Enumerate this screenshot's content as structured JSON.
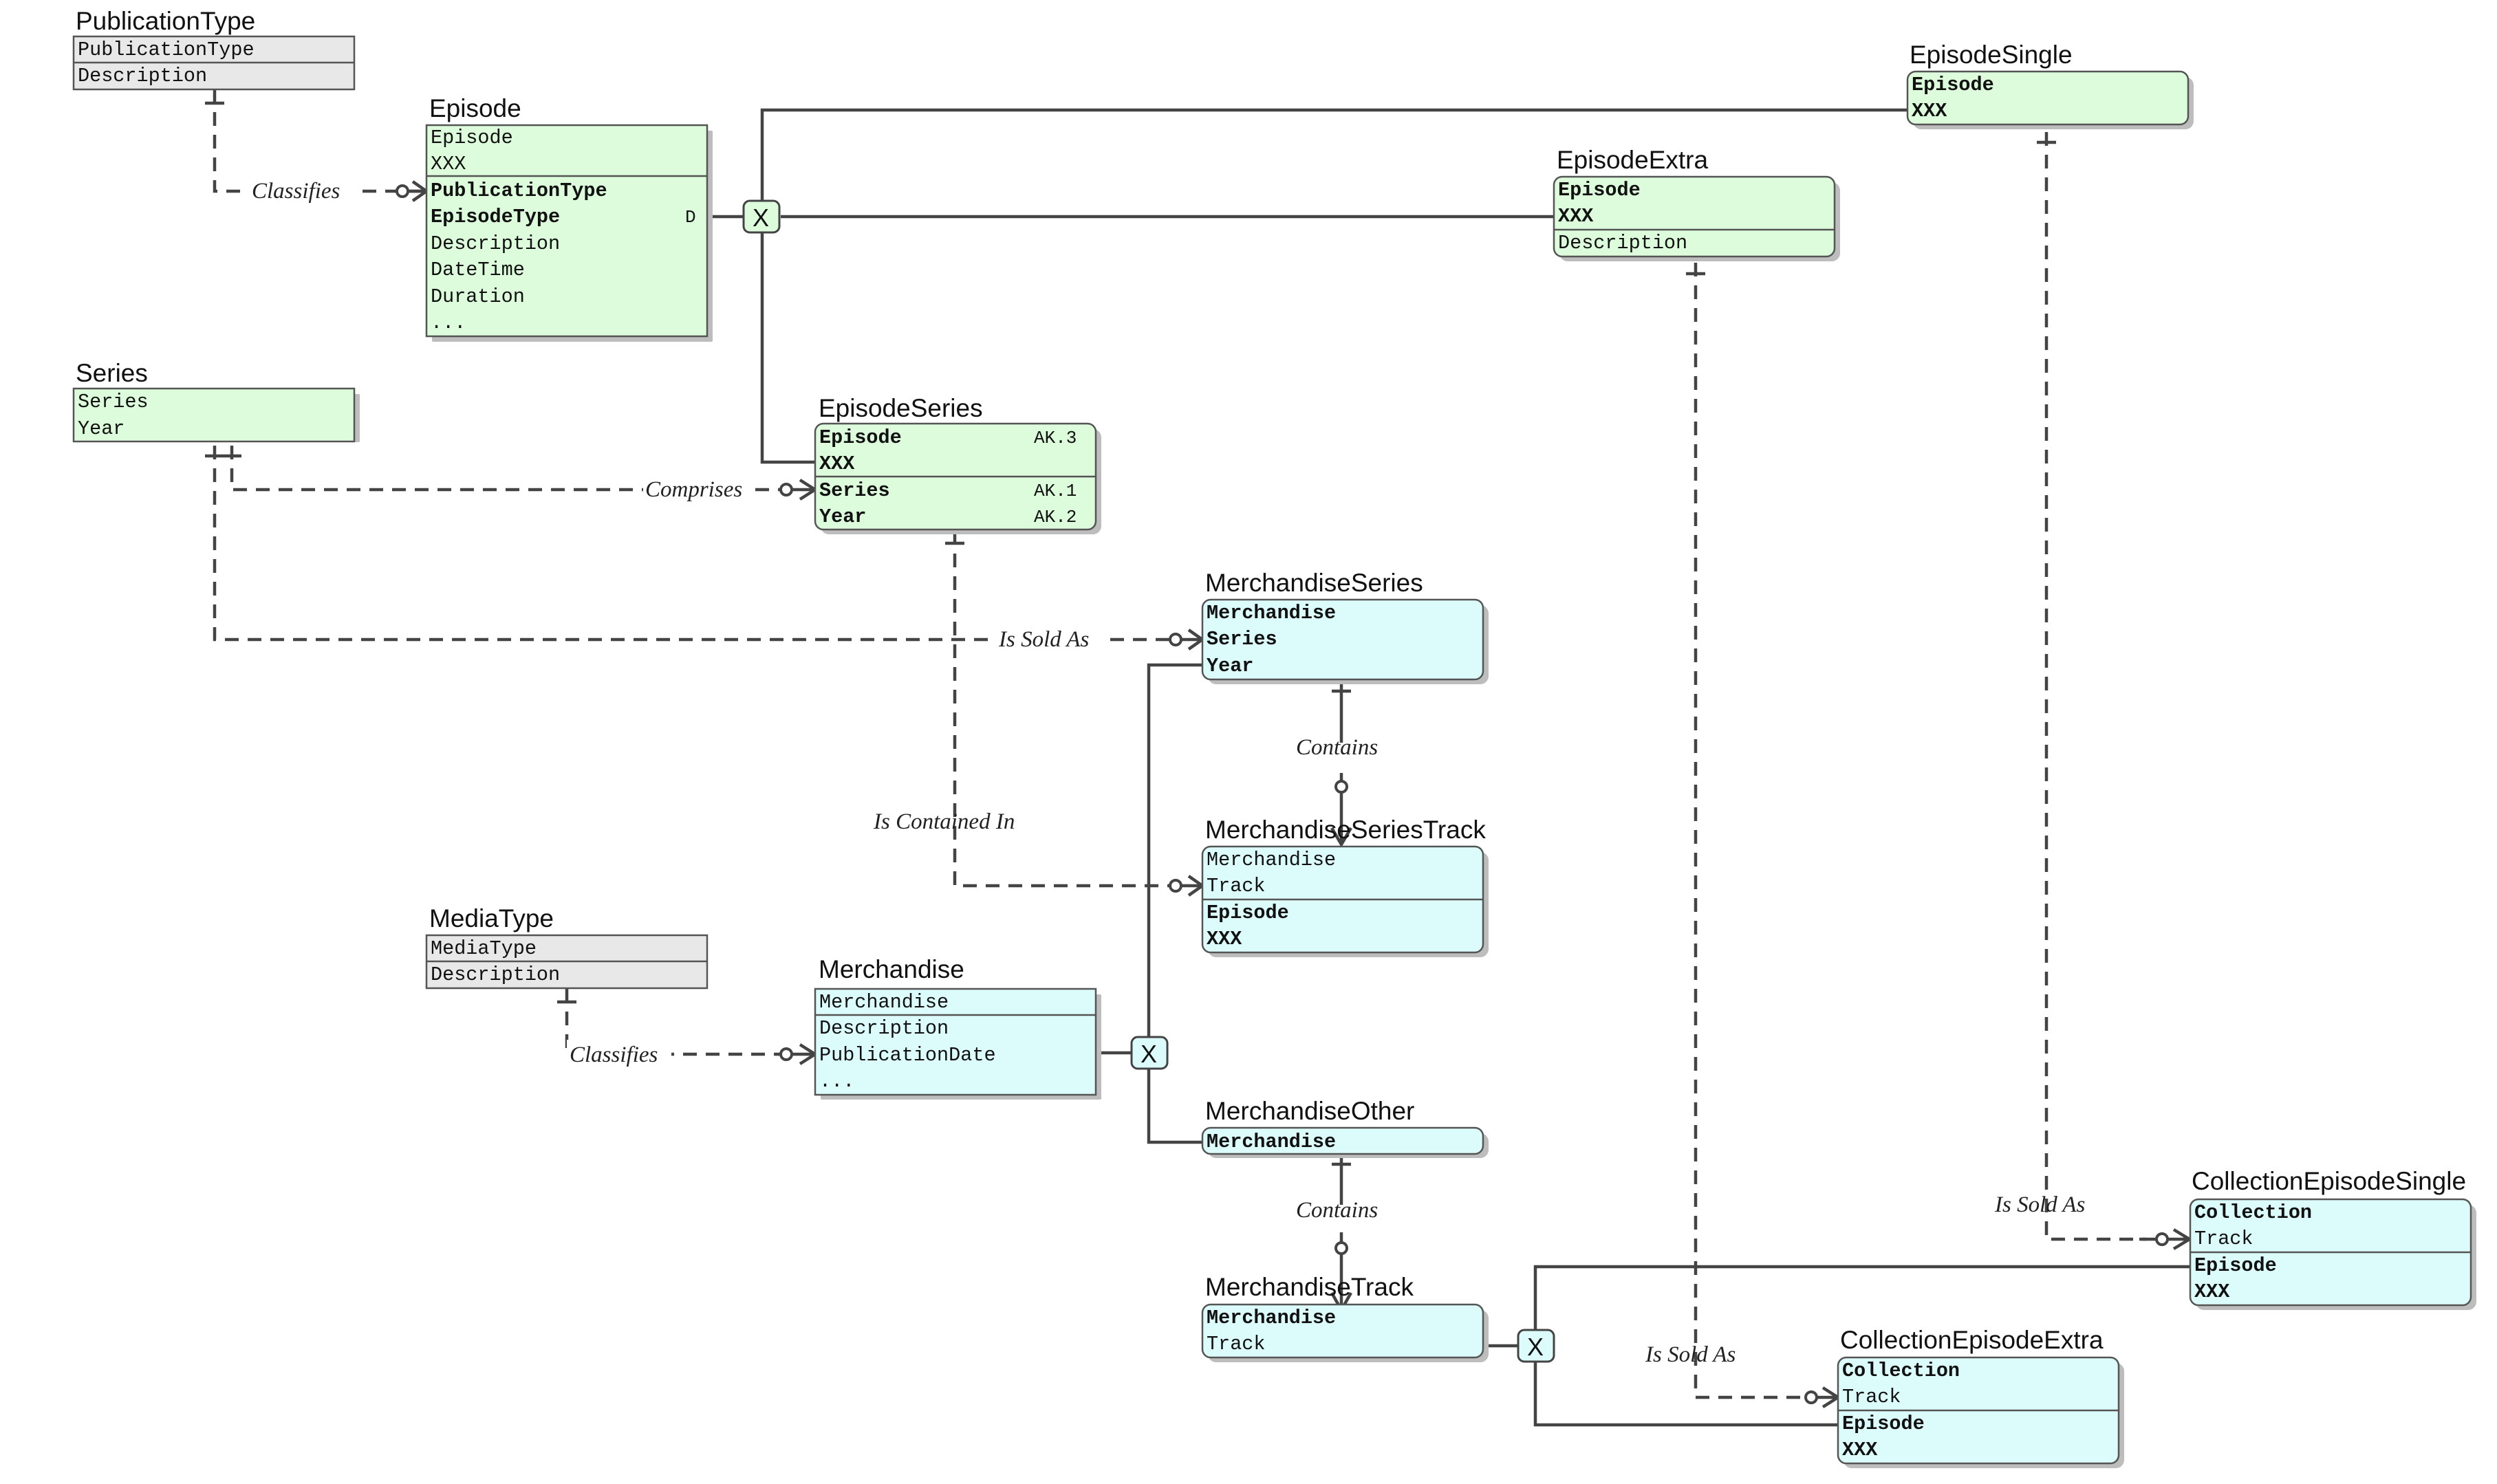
{
  "entities": {
    "publicationtype": {
      "title": "PublicationType",
      "rows": [
        "PublicationType",
        "Description"
      ]
    },
    "episode": {
      "title": "Episode",
      "rows": [
        "Episode",
        "XXX",
        "PublicationType",
        "EpisodeType",
        "Description",
        "DateTime",
        "Duration",
        "..."
      ],
      "discriminator_note": "D"
    },
    "series": {
      "title": "Series",
      "rows": [
        "Series",
        "Year"
      ]
    },
    "episodeseries": {
      "title": "EpisodeSeries",
      "rows": [
        "Episode",
        "XXX",
        "Series",
        "Year"
      ],
      "notes": [
        "AK.3",
        "AK.1",
        "AK.2"
      ]
    },
    "episodesingle": {
      "title": "EpisodeSingle",
      "rows": [
        "Episode",
        "XXX"
      ]
    },
    "episodeextra": {
      "title": "EpisodeExtra",
      "rows": [
        "Episode",
        "XXX",
        "Description"
      ]
    },
    "merchandiseseries": {
      "title": "MerchandiseSeries",
      "rows": [
        "Merchandise",
        "Series",
        "Year"
      ]
    },
    "merchandiseseriestrack": {
      "title": "MerchandiseSeriesTrack",
      "rows": [
        "Merchandise",
        "Track",
        "Episode",
        "XXX"
      ]
    },
    "mediatype": {
      "title": "MediaType",
      "rows": [
        "MediaType",
        "Description"
      ]
    },
    "merchandise": {
      "title": "Merchandise",
      "rows": [
        "Merchandise",
        "Description",
        "PublicationDate",
        "..."
      ]
    },
    "merchandiseother": {
      "title": "MerchandiseOther",
      "rows": [
        "Merchandise"
      ]
    },
    "merchandisetrack": {
      "title": "MerchandiseTrack",
      "rows": [
        "Merchandise",
        "Track"
      ]
    },
    "collectionepisodesingle": {
      "title": "CollectionEpisodeSingle",
      "rows": [
        "Collection",
        "Track",
        "Episode",
        "XXX"
      ]
    },
    "collectionepisodeextra": {
      "title": "CollectionEpisodeExtra",
      "rows": [
        "Collection",
        "Track",
        "Episode",
        "XXX"
      ]
    }
  },
  "relationships": {
    "classifies_publication": "Classifies",
    "comprises": "Comprises",
    "is_sold_as_series": "Is Sold As",
    "is_contained_in": "Is Contained In",
    "contains_series_track": "Contains",
    "classifies_media": "Classifies",
    "contains_other_track": "Contains",
    "is_sold_as_single": "Is Sold As",
    "is_sold_as_extra": "Is Sold As"
  },
  "exclusive_markers": {
    "episode": "X",
    "merchandise": "X",
    "merchandise_track": "X"
  },
  "colors": {
    "primary_entity": "#dcfcdc",
    "merchandise_entity": "#dcfcfc",
    "reference_entity": "#e8e8e8",
    "line": "#444444"
  }
}
